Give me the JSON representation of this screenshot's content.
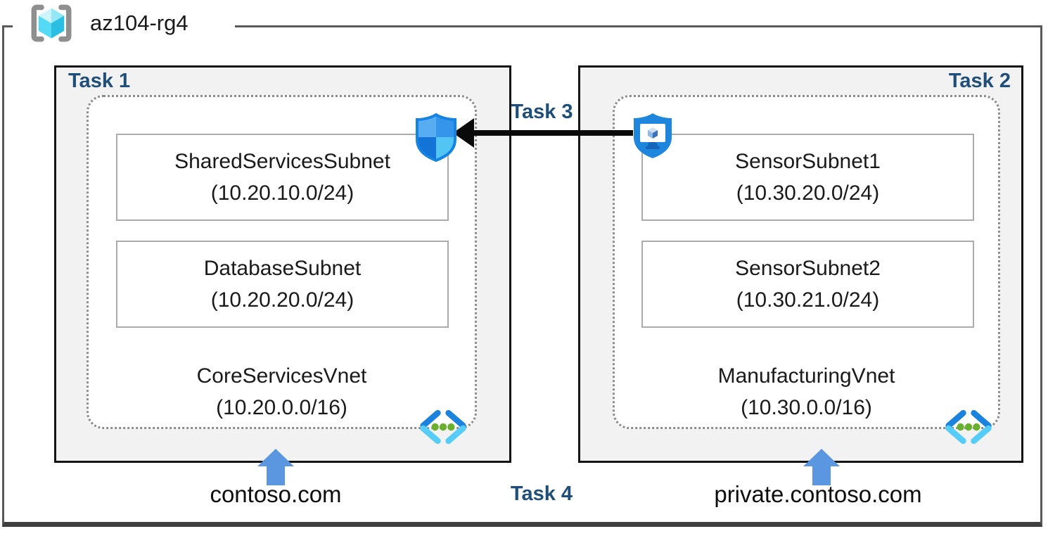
{
  "resource_group": {
    "name": "az104-rg4"
  },
  "tasks": {
    "task3": "Task 3",
    "task4": "Task 4"
  },
  "vnets": [
    {
      "task_label": "Task 1",
      "name": "CoreServicesVnet",
      "cidr": "(10.20.0.0/16)",
      "dns_zone": "contoso.com",
      "subnets": [
        {
          "name": "SharedServicesSubnet",
          "cidr": "(10.20.10.0/24)"
        },
        {
          "name": "DatabaseSubnet",
          "cidr": "(10.20.20.0/24)"
        }
      ]
    },
    {
      "task_label": "Task 2",
      "name": "ManufacturingVnet",
      "cidr": "(10.30.0.0/16)",
      "dns_zone": "private.contoso.com",
      "subnets": [
        {
          "name": "SensorSubnet1",
          "cidr": "(10.30.20.0/24)"
        },
        {
          "name": "SensorSubnet2",
          "cidr": "(10.30.21.0/24)"
        }
      ]
    }
  ],
  "icons": {
    "resource_group": "resource-group-cube-icon",
    "nsg": "network-security-group-shield-icon",
    "bastion": "bastion-shield-icon",
    "virtual_network": "virtual-network-icon",
    "dns_arrow": "up-arrow-icon",
    "peering": "left-arrow"
  },
  "colors": {
    "task_label_navy": "#1F4E79",
    "panel_fill": "#F2F2F2",
    "panel_border": "#141414",
    "dashed_border": "#8C8C8C",
    "outer_border": "#595959",
    "dns_arrow_blue": "#5B97E0",
    "peering_arrow_black": "#0A0A0A",
    "vnet_icon_blue": "#1B83DD",
    "vnet_icon_cyan": "#55CDF8",
    "vnet_icon_green": "#6AB02E",
    "cube_cyan": "#55DAF6"
  }
}
